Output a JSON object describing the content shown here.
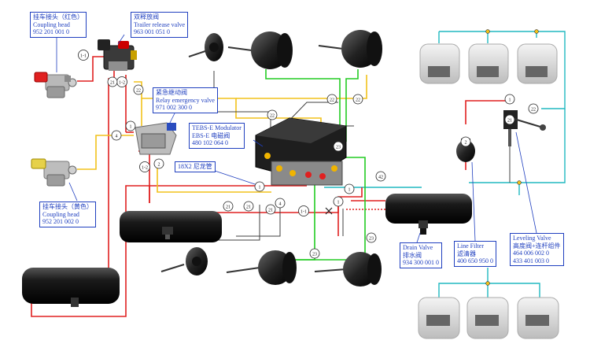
{
  "labels": {
    "coupling_red": [
      "挂车接头（红色）",
      "Coupling head",
      "952 201 001 0"
    ],
    "trailer_release": [
      "双释放阀",
      "Trailer release valve",
      "963 001 051 0"
    ],
    "relay_emergency": [
      "紧急继动阀",
      "Relay emergency valve",
      "971 002 300 0"
    ],
    "tebs": [
      "TEBS-E Modulator",
      "EBS-E 电磁阀",
      "480 102 064 0"
    ],
    "nylon_pipe": [
      "18X2 尼龙管"
    ],
    "coupling_yellow": [
      "挂车接头（黄色）",
      "Coupling head",
      "952 201 002 0"
    ],
    "drain_valve": [
      "Drain Valve",
      "排水阀",
      "934 300 001 0"
    ],
    "line_filter": [
      "Line Filter",
      "滤清器",
      "400 650 950 0"
    ],
    "leveling_valve": [
      "Leveling Valve",
      "高度阀+连杆组件",
      "464 006 002 0",
      "433 401 003 0"
    ]
  },
  "port_numbers": {
    "p1_1": "1-1",
    "p1_2a": "1-2",
    "p21a": "21",
    "p22a": "22",
    "p4a": "4",
    "p1a": "1",
    "p1_2b": "1-2",
    "p2a": "2",
    "p22b": "22",
    "p22c": "22",
    "p22d": "22",
    "p23a": "23",
    "p42": "42",
    "p1b": "1",
    "p4b": "4",
    "p1_1b": "1-1",
    "p1c": "1",
    "p21b": "21",
    "p21c": "21",
    "p21d": "21",
    "p23b": "23",
    "p23c": "23",
    "p1d": "1",
    "p2b": "2",
    "p21e": "21",
    "p22e": "22",
    "p1e": "1"
  },
  "colors": {
    "supply_red": "#e02020",
    "control_yellow": "#f2c21b",
    "delivery_green": "#22cc22",
    "airsuspension_cyan": "#20b8c0",
    "control_grey": "#404040",
    "label_blue": "#1f3fbf"
  }
}
